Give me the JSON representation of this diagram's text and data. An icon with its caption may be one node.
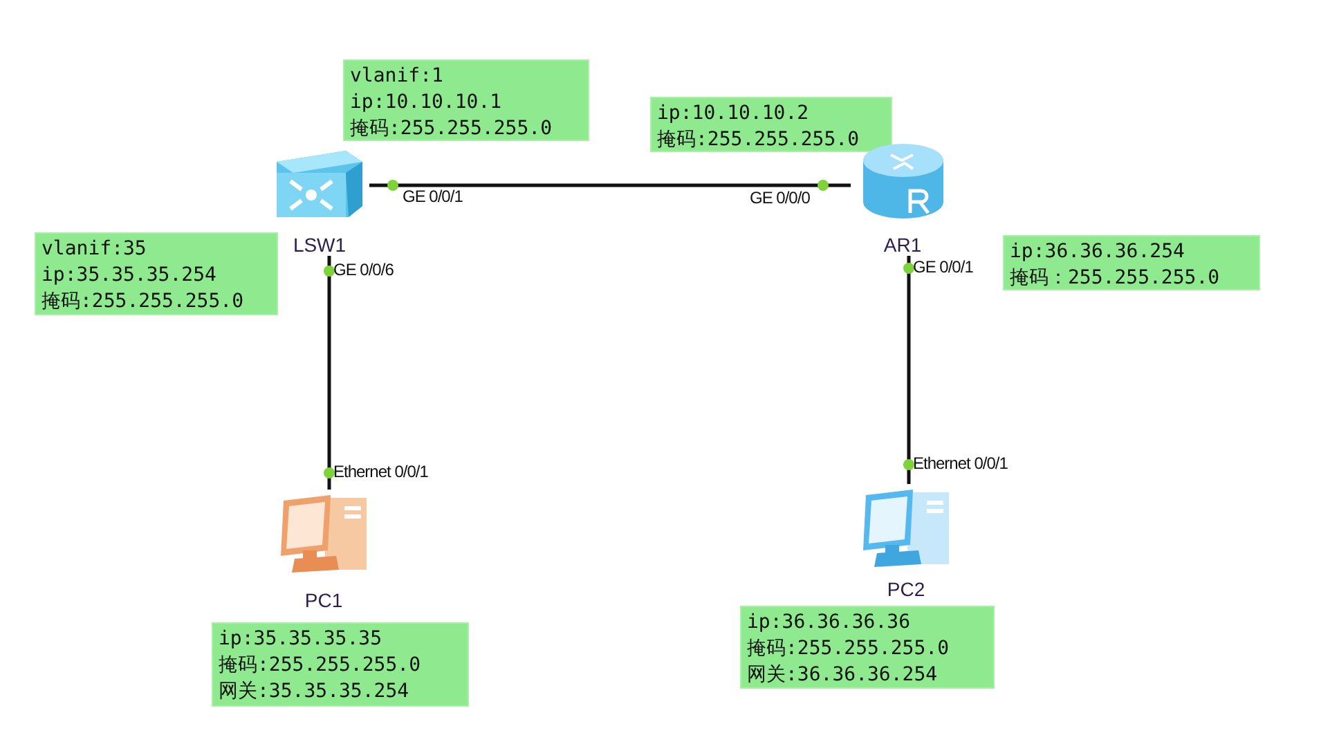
{
  "diagram": {
    "nodes": [
      {
        "text": [
          "vlanif:1",
          "ip:10.10.10.1",
          "掩码:255.255.255.0"
        ]
      },
      {
        "text": [
          "ip:10.10.10.2",
          "掩码:255.255.255.0"
        ]
      },
      {
        "text": [
          "LSW1"
        ]
      },
      {
        "text": [
          "AR1"
        ]
      },
      {
        "text": [
          "vlanif:35",
          "ip:35.35.35.254",
          "掩码:255.255.255.0"
        ]
      },
      {
        "text": [
          "ip:36.36.36.254",
          "掩码：255.255.255.0"
        ]
      },
      {
        "text": [
          "PC1"
        ]
      },
      {
        "text": [
          "PC2"
        ]
      },
      {
        "text": [
          "ip:35.35.35.35",
          "掩码:255.255.255.0",
          "网关:35.35.35.254"
        ]
      },
      {
        "text": [
          "ip:36.36.36.36",
          "掩码:255.255.255.0",
          "网关:36.36.36.254"
        ]
      }
    ],
    "edges": [
      {
        "from": 2,
        "to": 3,
        "arrow": "none"
      },
      {
        "from": 2,
        "to": 6,
        "arrow": "none"
      },
      {
        "from": 3,
        "to": 7,
        "arrow": "none"
      }
    ],
    "labels": [
      "GE 0/0/1",
      "GE 0/0/0",
      "GE 0/0/6",
      "GE 0/0/1",
      "Ethernet 0/0/1",
      "Ethernet 0/0/1"
    ]
  }
}
